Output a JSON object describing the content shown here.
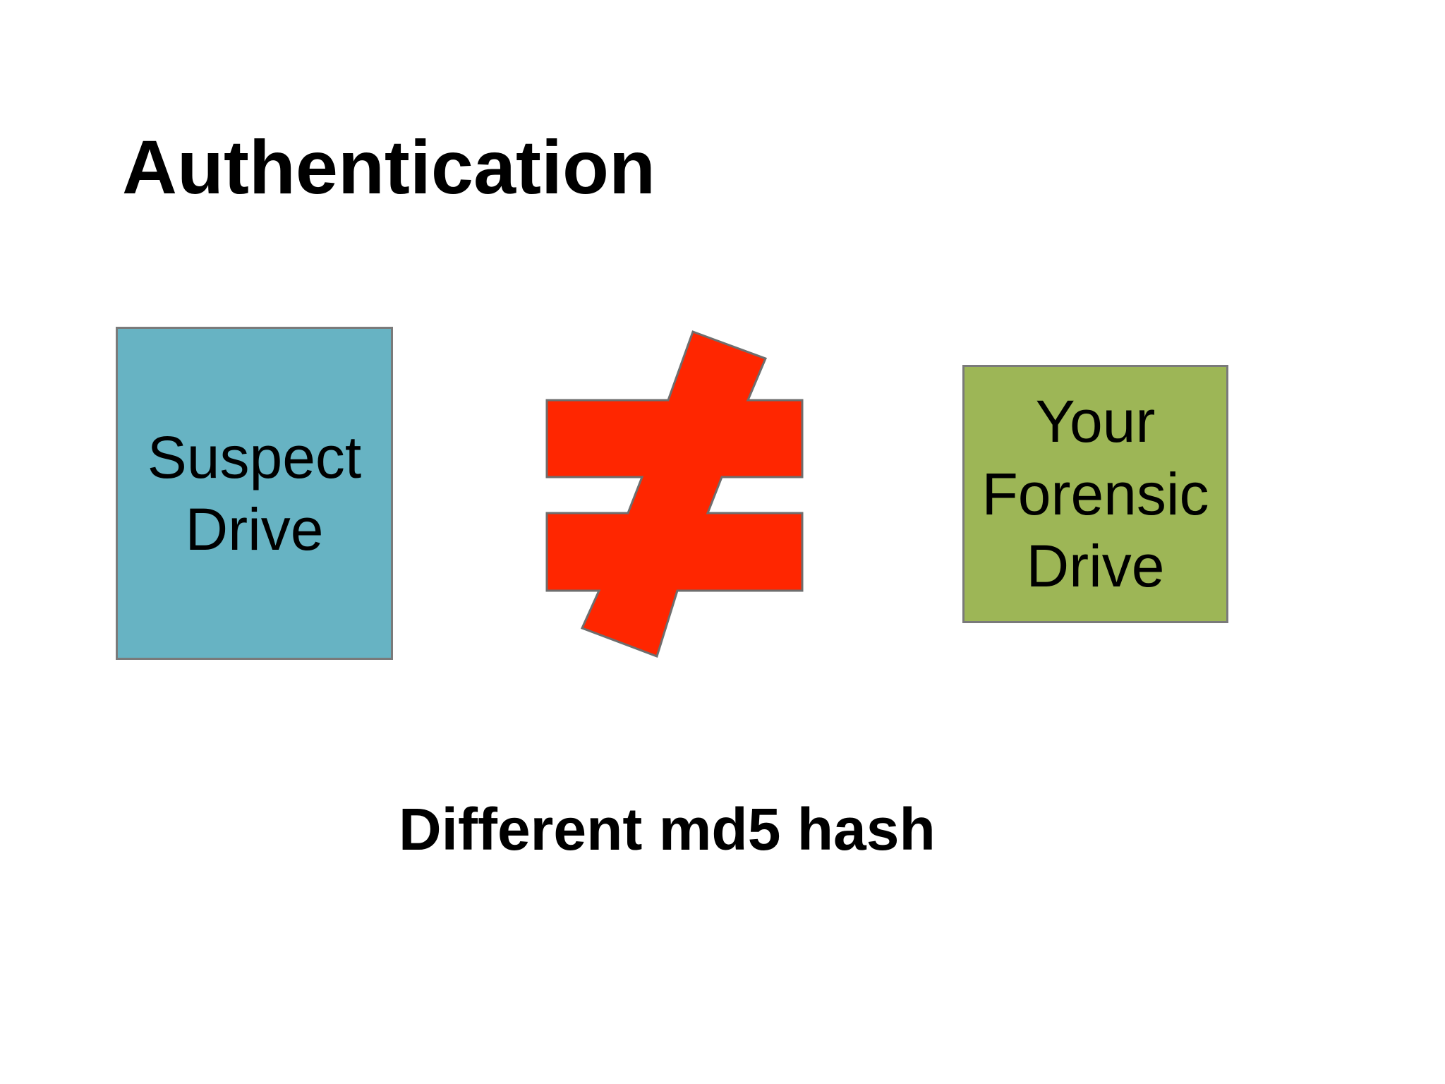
{
  "slide": {
    "title": "Authentication",
    "caption": "Different md5 hash"
  },
  "diagram": {
    "left_box": {
      "label_lines": [
        "Suspect",
        "Drive"
      ],
      "fill_color": "#67b3c3"
    },
    "right_box": {
      "label_lines": [
        "Your",
        "Forensic",
        "Drive"
      ],
      "fill_color": "#9db656"
    },
    "relation": {
      "symbol": "not-equal-icon",
      "color": "#ff2600"
    }
  }
}
